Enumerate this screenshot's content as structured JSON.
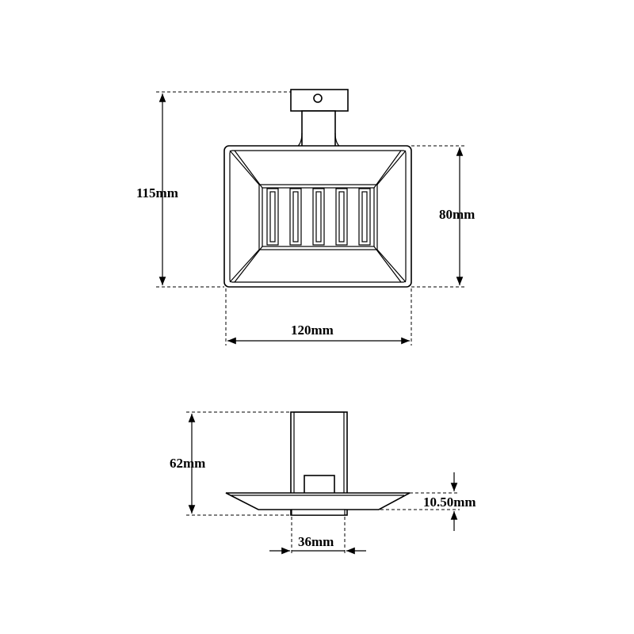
{
  "dimensions": {
    "total_height": "115mm",
    "tray_height": "80mm",
    "width": "120mm",
    "side_height": "62mm",
    "tray_thickness": "10.50mm",
    "bracket_width": "36mm"
  },
  "colors": {
    "line": "#000000",
    "background": "#ffffff"
  }
}
